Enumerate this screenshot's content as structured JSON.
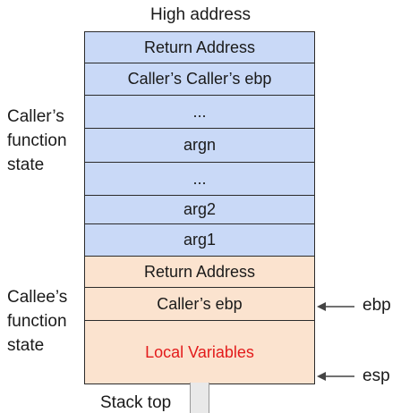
{
  "top_label": "High address",
  "caller_group": {
    "lines": [
      "Caller’s",
      "function",
      "state"
    ]
  },
  "callee_group": {
    "lines": [
      "Callee’s",
      "function",
      "state"
    ]
  },
  "caller_cells": [
    "Return Address",
    "Caller’s Caller’s ebp",
    "...",
    "argn",
    "...",
    "arg2",
    "arg1"
  ],
  "callee_cells": [
    "Return Address",
    "Caller’s ebp",
    "Local Variables"
  ],
  "pointers": {
    "ebp": "ebp",
    "esp": "esp"
  },
  "stack_top_label": "Stack top",
  "colors": {
    "caller_fill": "#c9d9f7",
    "callee_fill": "#fbe3cf",
    "local_vars_text": "#e31b1b"
  }
}
